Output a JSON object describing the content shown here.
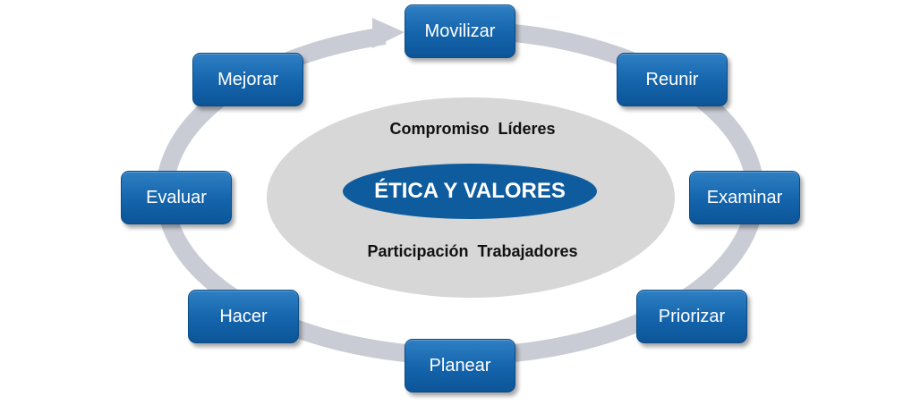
{
  "center": {
    "top_text": "Compromiso  Líderes",
    "core_text": "ÉTICA Y VALORES",
    "bottom_text": "Participación  Trabajadores"
  },
  "steps": {
    "movilizar": "Movilizar",
    "reunir": "Reunir",
    "examinar": "Examinar",
    "priorizar": "Priorizar",
    "planear": "Planear",
    "hacer": "Hacer",
    "evaluar": "Evaluar",
    "mejorar": "Mejorar"
  },
  "colors": {
    "ring": "#c9ccd5",
    "inner_ellipse": "#d7d7d7",
    "core": "#0e5c9e",
    "box": "#1464ac"
  }
}
